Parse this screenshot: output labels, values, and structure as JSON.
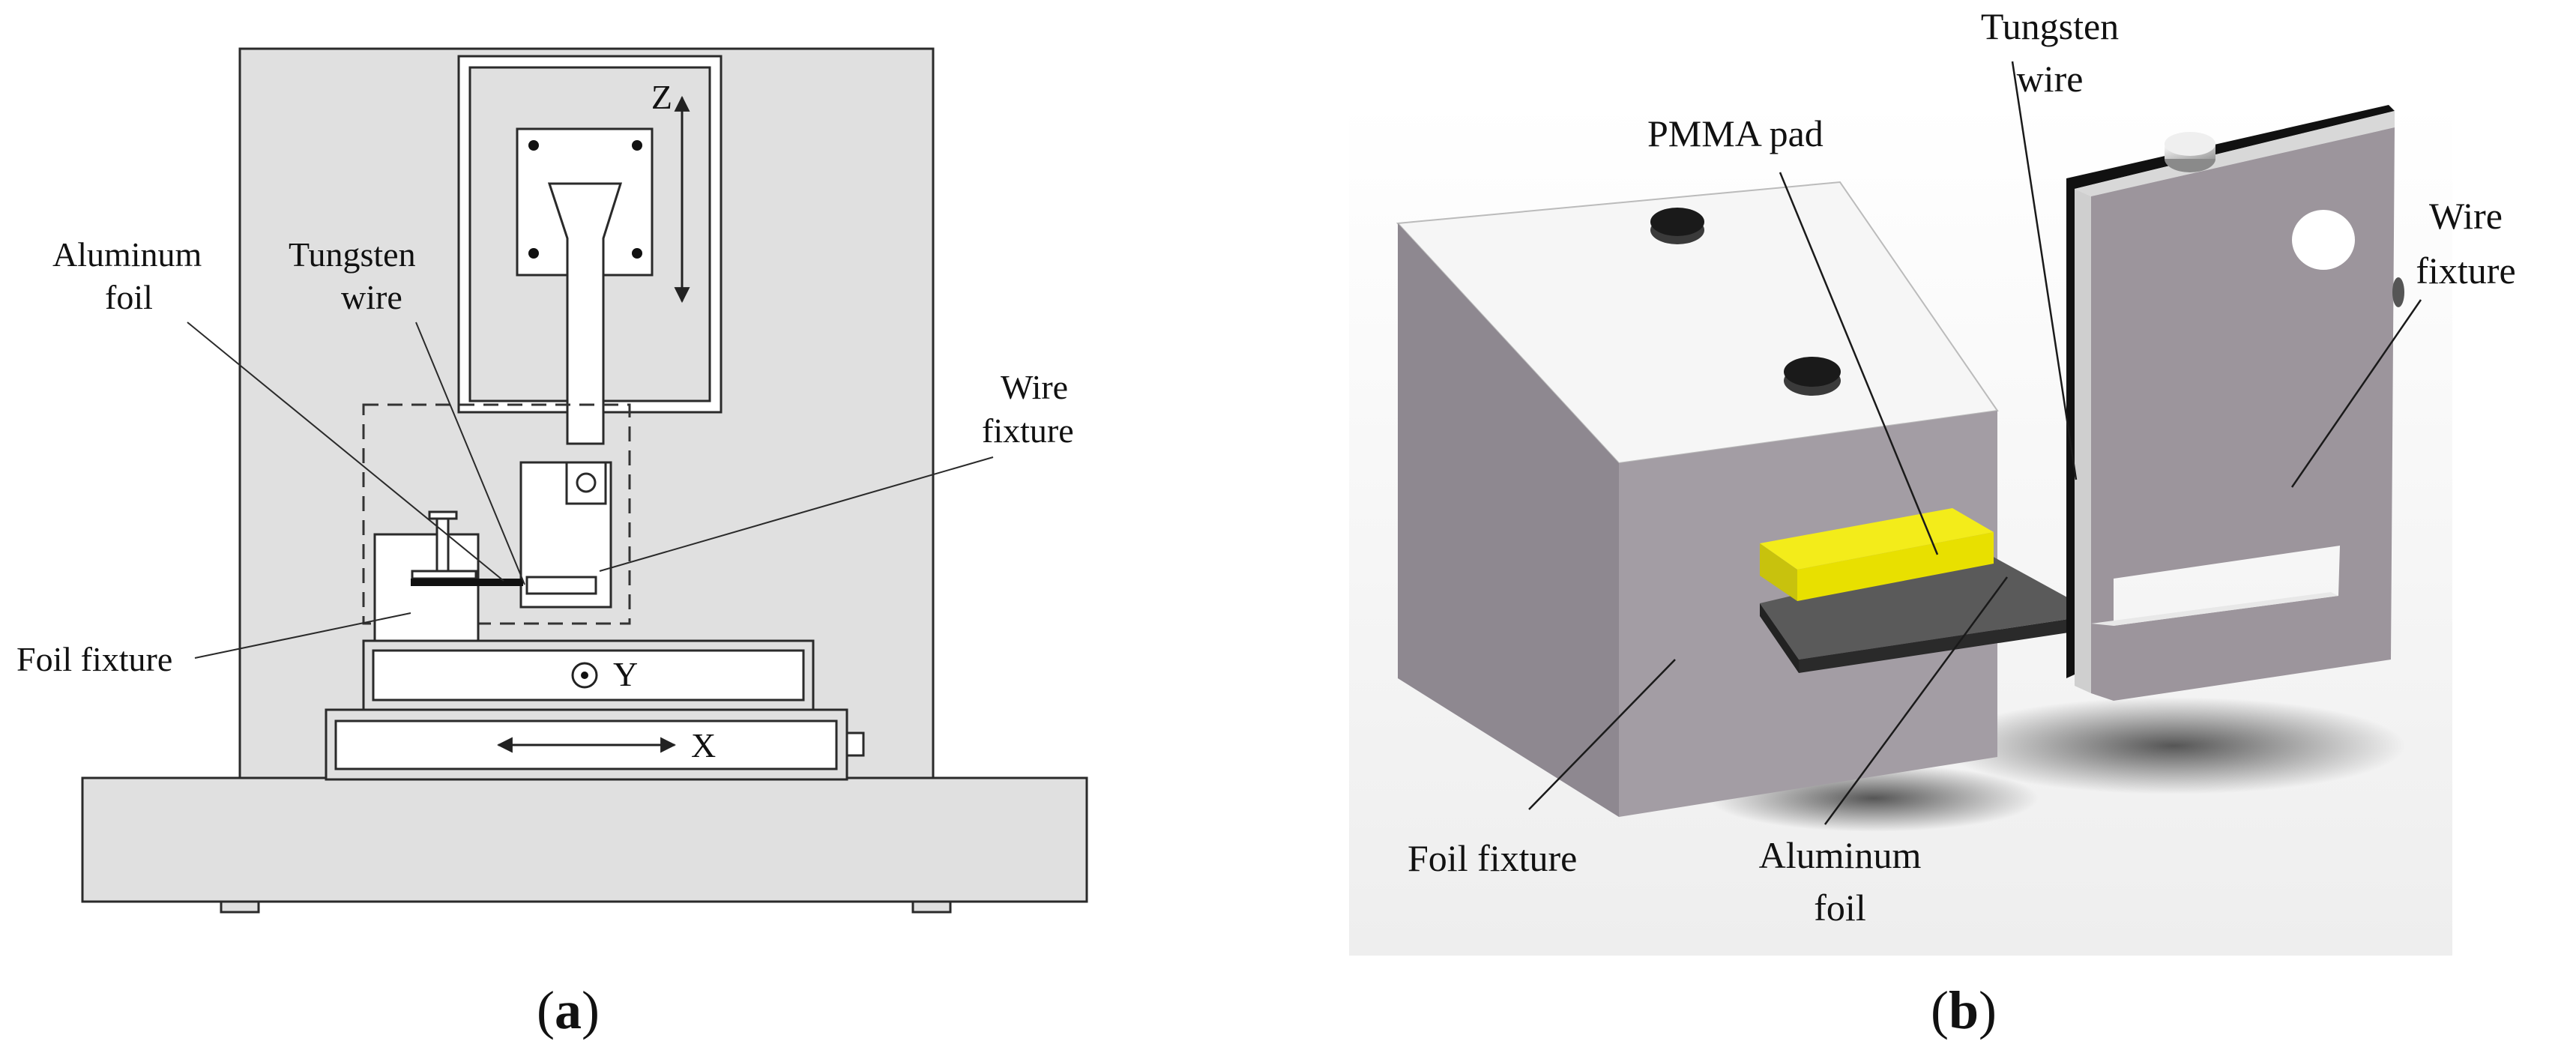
{
  "panel_a": {
    "labels": {
      "z_axis": "Z",
      "y_axis": "Y",
      "x_axis": "X",
      "aluminum_foil_1": "Aluminum",
      "aluminum_foil_2": "foil",
      "tungsten_wire_1": "Tungsten",
      "tungsten_wire_2": "wire",
      "wire_fixture_1": "Wire",
      "wire_fixture_2": "fixture",
      "foil_fixture": "Foil fixture"
    },
    "caption": {
      "open": "(",
      "letter": "a",
      "close": ")"
    }
  },
  "panel_b": {
    "labels": {
      "tungsten_wire_1": "Tungsten",
      "tungsten_wire_2": "wire",
      "pmma_pad": "PMMA pad",
      "wire_fixture_1": "Wire",
      "wire_fixture_2": "fixture",
      "foil_fixture": "Foil fixture",
      "aluminum_foil_1": "Aluminum",
      "aluminum_foil_2": "foil"
    },
    "caption": {
      "open": "(",
      "letter": "b",
      "close": ")"
    }
  },
  "colors": {
    "frame_fill": "#e0e0e0",
    "line": "#2a2a2a",
    "block_top": "#f4f4f4",
    "block_side": "#9a9399",
    "block_front": "#a59fa5",
    "pmma_yellow": "#f2ea10",
    "foil_dark": "#4a4a4a"
  }
}
